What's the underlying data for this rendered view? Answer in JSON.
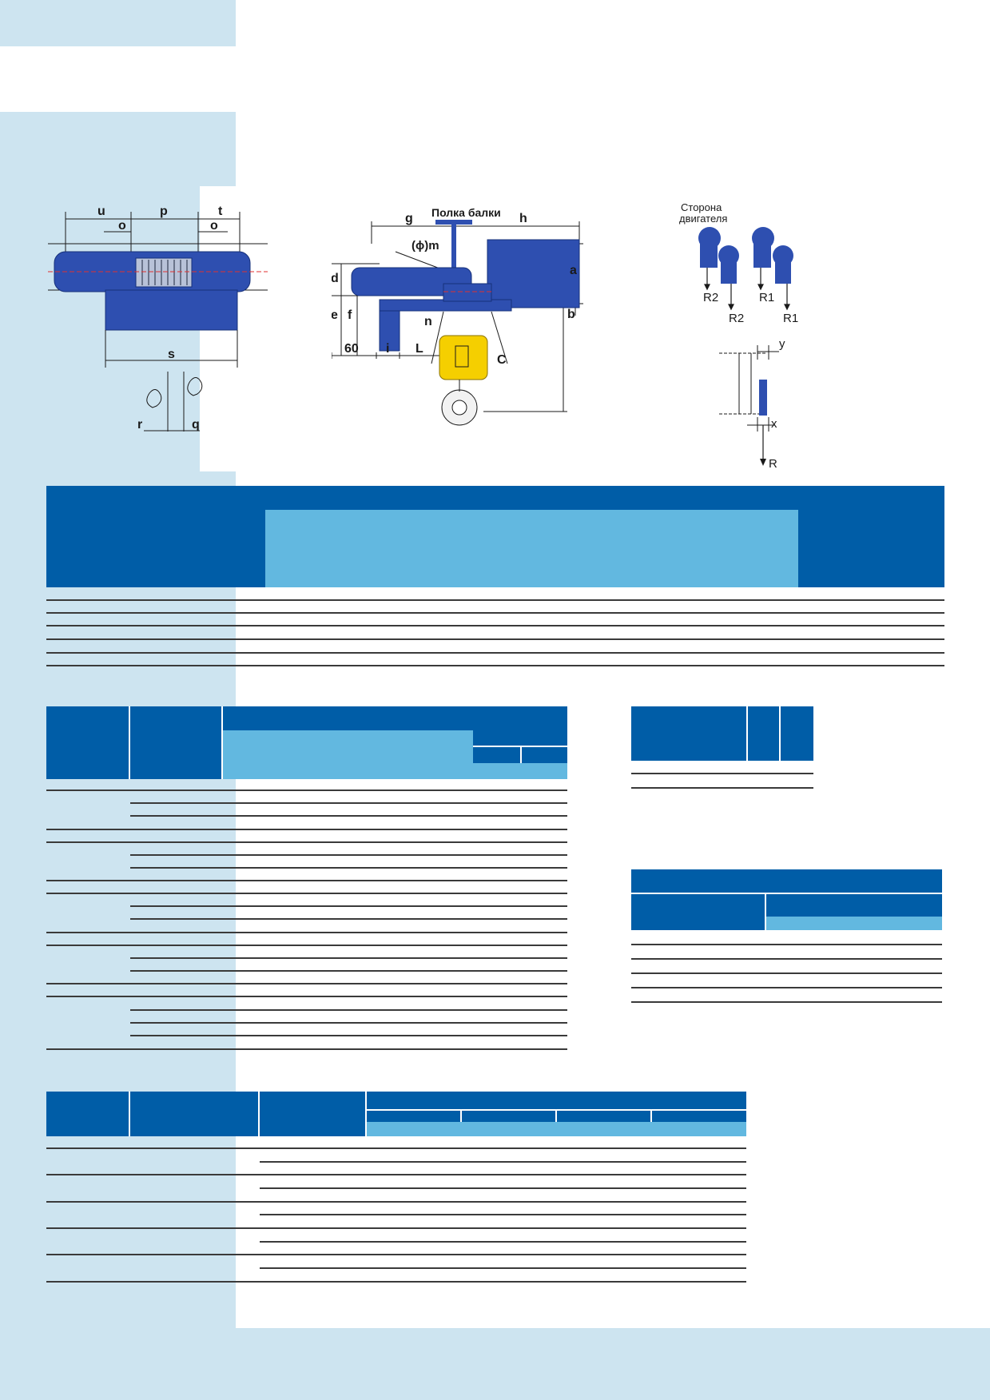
{
  "colors": {
    "header_dark": "#005da7",
    "header_light": "#62b8e0",
    "sidebar": "#cde4f0",
    "hoist_body": "#2e4fb0",
    "hook_block": "#f5cf00"
  },
  "figures": {
    "top_view": {
      "labels": {
        "u": "u",
        "p": "p",
        "t": "t",
        "o_left": "o",
        "o_right": "o",
        "s": "s",
        "r": "r",
        "q": "q"
      }
    },
    "side_view": {
      "labels": {
        "flange": "Полка балки",
        "g": "g",
        "h": "h",
        "m": "(ϕ)m",
        "a": "a",
        "b": "b",
        "d": "d",
        "e": "e",
        "f": "f",
        "n": "n",
        "dim60": "60",
        "i": "i",
        "L": "L",
        "C": "C"
      }
    },
    "loads_view": {
      "labels": {
        "motor_side_line1": "Сторона",
        "motor_side_line2": "двигателя",
        "R2_a": "R2",
        "R2_b": "R2",
        "R1_a": "R1",
        "R1_b": "R1",
        "y": "y",
        "x": "x",
        "R": "R"
      }
    }
  },
  "tables": {
    "main": {
      "rows": 6
    },
    "left": {
      "groups": [
        3,
        3,
        3,
        3,
        4
      ]
    },
    "small": {
      "rows": 2
    },
    "right": {
      "rows": 5
    },
    "bottom": {
      "rows": 5
    }
  }
}
